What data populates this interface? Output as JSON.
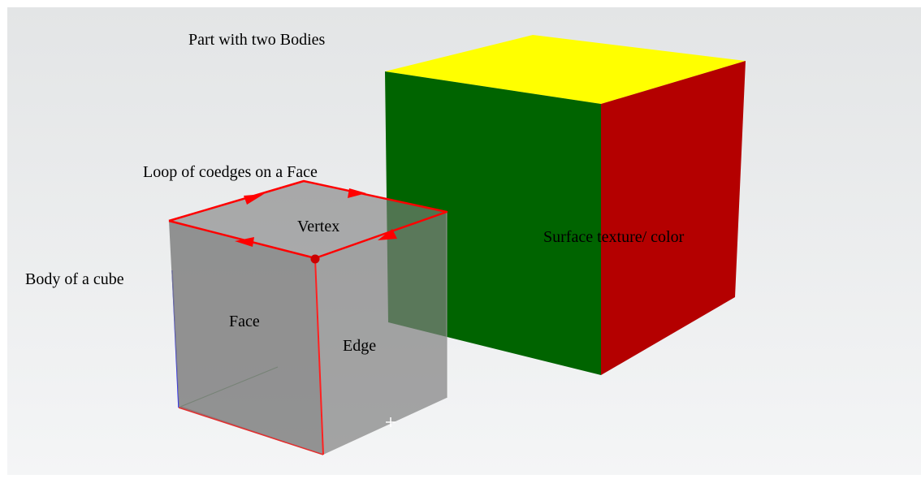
{
  "labels": {
    "part_title": "Part with two Bodies",
    "loop_label": "Loop of coedges on a Face",
    "vertex_label": "Vertex",
    "body_label": "Body of a cube",
    "face_label": "Face",
    "edge_label": "Edge",
    "surface_label": "Surface texture/ color"
  },
  "colors": {
    "background_top": "#e3e5e6",
    "background_bottom": "#f4f5f6",
    "cube_top": "#ffff00",
    "cube_front": "#006400",
    "cube_side": "#b40000",
    "transparent_cube_face": "#808080",
    "highlight_edge": "#ff0000",
    "vertex_dot": "#cc0000",
    "axis_x": "#ff0000",
    "axis_y": "#2e8b2e",
    "axis_z": "#0000ff"
  }
}
